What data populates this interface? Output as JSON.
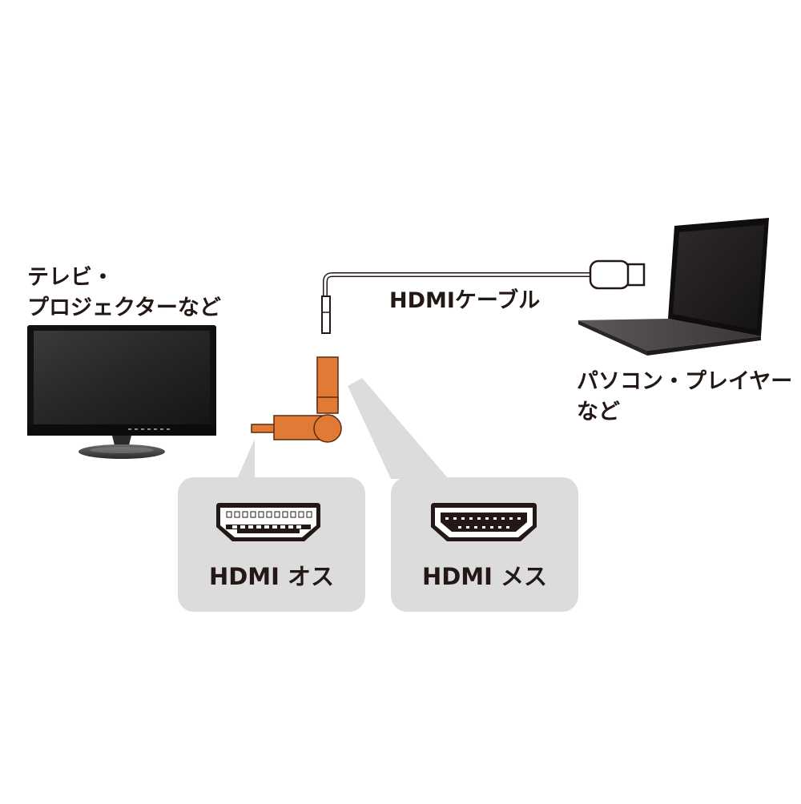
{
  "labels": {
    "tv_line1": "テレビ・",
    "tv_line2": "プロジェクターなど",
    "cable": "HDMIケーブル",
    "pc_line1": "パソコン・プレイヤー",
    "pc_line2": "など",
    "male": "HDMI オス",
    "female": "HDMI メス"
  },
  "icons": {
    "tv": "monitor-icon",
    "laptop": "laptop-icon",
    "adapter": "rotating-hdmi-adapter-icon",
    "male_port": "hdmi-male-connector-icon",
    "female_port": "hdmi-female-connector-icon"
  },
  "colors": {
    "adapter": "#e07a34",
    "adapter_dark": "#5c2a0e",
    "panel": "#dcdcdd",
    "text": "#231815",
    "device_dark": "#1a1a1a"
  }
}
